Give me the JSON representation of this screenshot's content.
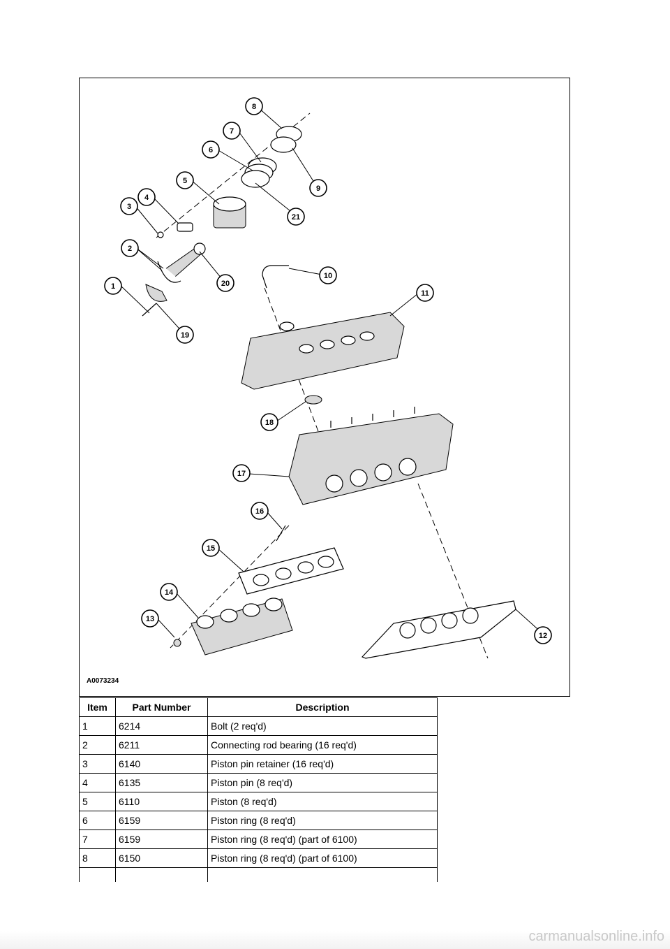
{
  "figure": {
    "id_label": "A0073234",
    "callouts": [
      "1",
      "2",
      "3",
      "4",
      "5",
      "6",
      "7",
      "8",
      "9",
      "10",
      "11",
      "12",
      "13",
      "14",
      "15",
      "16",
      "17",
      "18",
      "19",
      "20",
      "21"
    ]
  },
  "table": {
    "headers": {
      "item": "Item",
      "part_number": "Part Number",
      "description": "Description"
    },
    "rows": [
      {
        "item": "1",
        "part_number": "6214",
        "description": "Bolt (2 req'd)"
      },
      {
        "item": "2",
        "part_number": "6211",
        "description": "Connecting rod bearing (16 req'd)"
      },
      {
        "item": "3",
        "part_number": "6140",
        "description": "Piston pin retainer (16 req'd)"
      },
      {
        "item": "4",
        "part_number": "6135",
        "description": "Piston pin (8 req'd)"
      },
      {
        "item": "5",
        "part_number": "6110",
        "description": "Piston (8 req'd)"
      },
      {
        "item": "6",
        "part_number": "6159",
        "description": "Piston ring (8 req'd)"
      },
      {
        "item": "7",
        "part_number": "6159",
        "description": "Piston ring (8 req'd) (part of 6100)"
      },
      {
        "item": "8",
        "part_number": "6150",
        "description": "Piston ring (8 req'd) (part of 6100)"
      }
    ]
  },
  "watermark": "carmanualsonline.info"
}
